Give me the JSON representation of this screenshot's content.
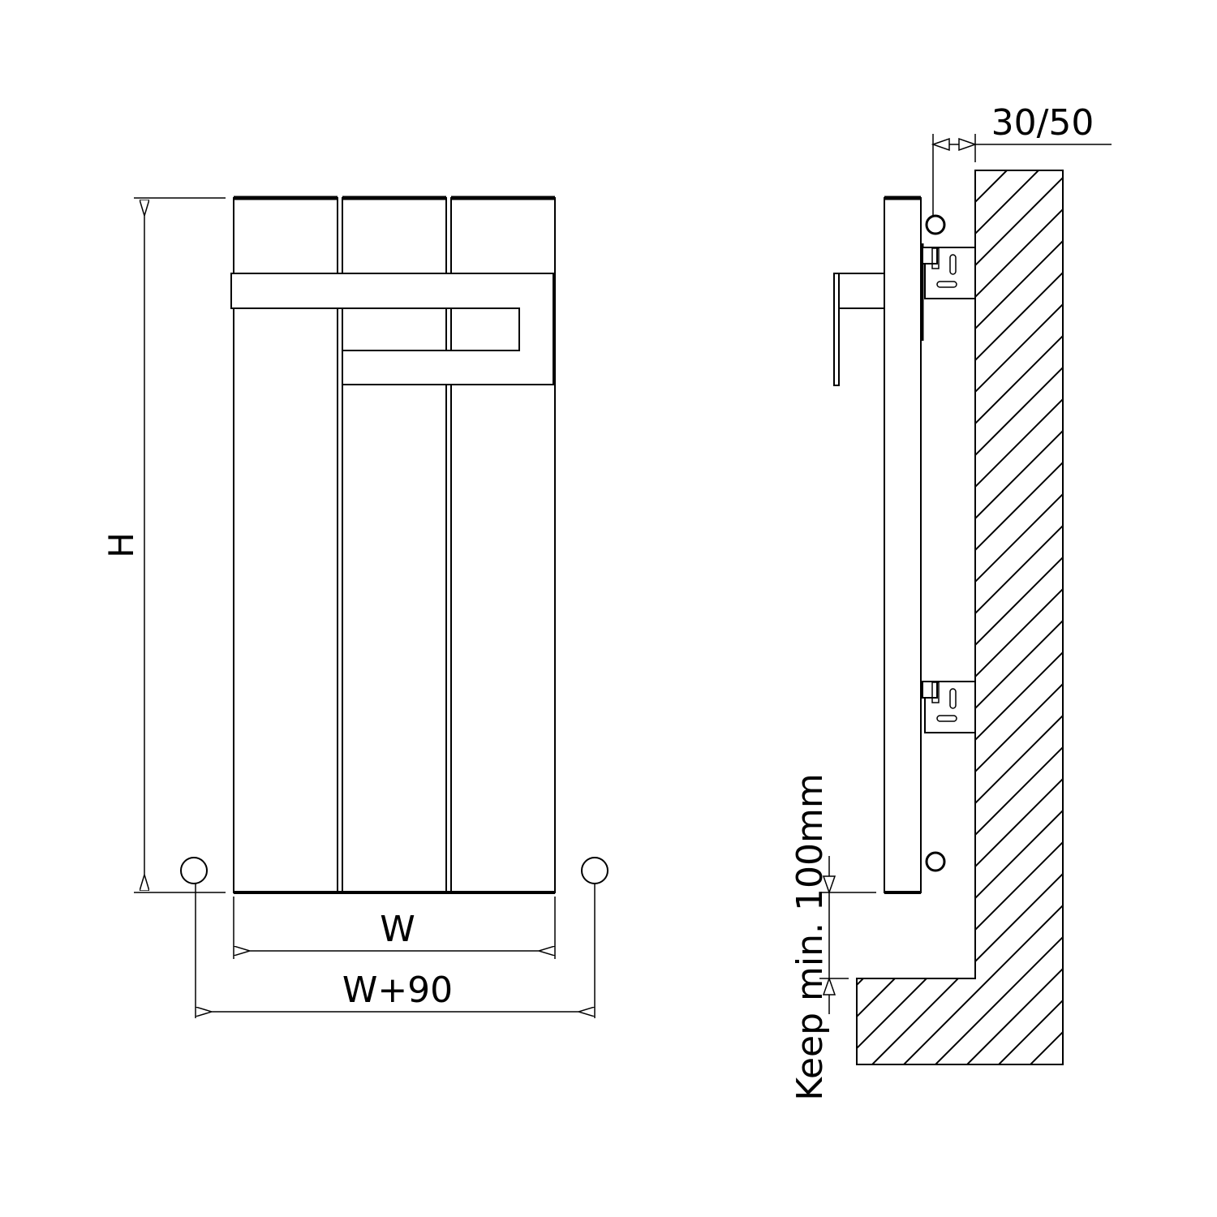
{
  "labels": {
    "height": "H",
    "width": "W",
    "width_plus": "W+90",
    "wall_gap": "30/50",
    "floor_clearance": "Keep min. 100mm"
  },
  "colors": {
    "line": "#000000",
    "background": "#ffffff"
  }
}
